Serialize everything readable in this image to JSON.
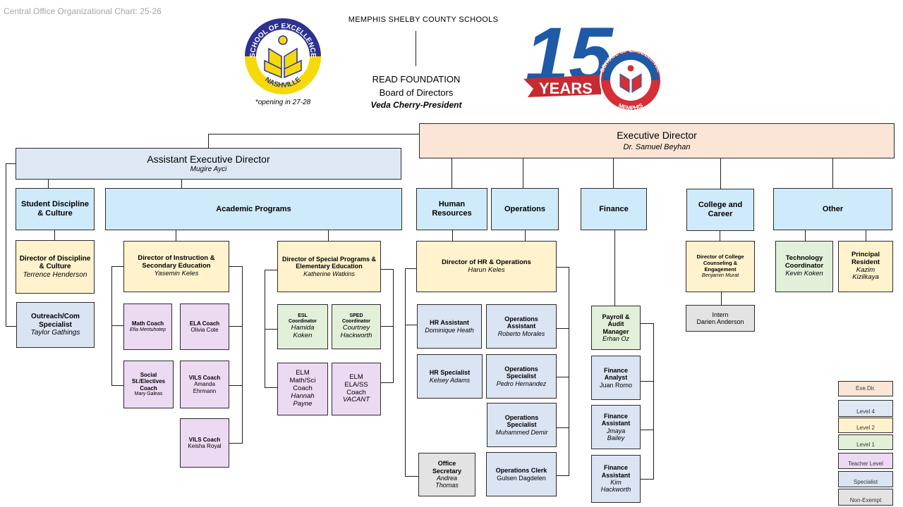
{
  "page_title": "Central Office Organizational Chart: 25-26",
  "header": {
    "district": "MEMPHIS SHELBY COUNTY SCHOOLS",
    "foundation": "READ FOUNDATION",
    "board": "Board of Directors",
    "president": "Veda Cherry-President"
  },
  "logos": {
    "nashville": {
      "top_text": "SCHOOL OF EXCELLENCE",
      "bottom_text": "NASHVILLE",
      "note": "*opening in 27-28",
      "colors": {
        "ring": "#2e3192",
        "fill": "#f5d90a"
      }
    },
    "memphis": {
      "number": "15",
      "years": "YEARS",
      "top_text": "SCHOOL OF EXCELLENCE",
      "bottom_text": "MEMPHIS",
      "colors": {
        "blue": "#1f5aa6",
        "red": "#d62f35"
      }
    }
  },
  "executive": {
    "title": "Executive Director",
    "name": "Dr. Samuel Beyhan"
  },
  "assistant": {
    "title": "Assistant Executive Director",
    "name": "Mugire Ayci"
  },
  "departments": {
    "discipline": "Student Discipline & Culture",
    "academic": "Academic Programs",
    "hr": "Human Resources",
    "operations": "Operations",
    "finance": "Finance",
    "college": "College and Career",
    "other": "Other"
  },
  "positions": {
    "dir_discipline": {
      "title": "Director of Discipline & Culture",
      "name": "Terrence Henderson"
    },
    "outreach": {
      "title": "Outreach/Com Specialist",
      "name": "Taylor Gathings"
    },
    "dir_instruction": {
      "title": "Director of Instruction & Secondary Education",
      "name": "Yasemin Keles"
    },
    "math_coach": {
      "title": "Math Coach",
      "name": "Efia Mentuhotep"
    },
    "ela_coach": {
      "title": "ELA Coach",
      "name": "Olivia Cote"
    },
    "social_coach": {
      "title": "Social St./Electives Coach",
      "name": "Mary Galeas"
    },
    "vils_coach_1": {
      "title": "VILS Coach",
      "name": "Amanda Ehrmann"
    },
    "vils_coach_2": {
      "title": "VILS Coach",
      "name": "Keisha Royal"
    },
    "dir_special": {
      "title": "Director of Special Programs & Elementary Education",
      "name": "Katherine Watkins"
    },
    "esl": {
      "title": "ESL Coordinator",
      "name": "Hamida Koken"
    },
    "sped": {
      "title": "SPED Coordinator",
      "name": "Courtney Hackworth"
    },
    "elm_math": {
      "title": "ELM Math/Sci Coach",
      "name": "Hannah Payne"
    },
    "elm_ela": {
      "title": "ELM ELA/SS Coach",
      "name": "VACANT"
    },
    "dir_hr_ops": {
      "title": "Director of HR & Operations",
      "name": "Harun Keles"
    },
    "hr_assistant": {
      "title": "HR Assistant",
      "name": "Dominique Heath"
    },
    "hr_specialist": {
      "title": "HR Specialist",
      "name": "Kelsey Adams"
    },
    "office_secretary": {
      "title": "Office Secretary",
      "name": "Andrea Thomas"
    },
    "ops_assistant": {
      "title": "Operations Assistant",
      "name": "Roberto Morales"
    },
    "ops_specialist_1": {
      "title": "Operations Specialist",
      "name": "Pedro Hernandez"
    },
    "ops_specialist_2": {
      "title": "Operations Specialist",
      "name": "Muhammed Demir"
    },
    "ops_clerk": {
      "title": "Operations Clerk",
      "name": "Gulsen Dagdelen"
    },
    "payroll": {
      "title": "Payroll & Audit Manager",
      "name": "Erhan Oz"
    },
    "fin_analyst": {
      "title": "Finance Analyst",
      "name": "Juan Romo"
    },
    "fin_assistant_1": {
      "title": "Finance Assistant",
      "name": "Jmaya Bailey"
    },
    "fin_assistant_2": {
      "title": "Finance Assistant",
      "name": "Kim Hackworth"
    },
    "dir_college": {
      "title": "Director of College Counseling & Engagement",
      "name": "Benjamin Murat"
    },
    "intern": {
      "title": "Intern",
      "name": "Darien Anderson"
    },
    "tech": {
      "title": "Technology Coordinator",
      "name": "Kevin Koken"
    },
    "principal_res": {
      "title": "Principal Resident",
      "name": "Kazim Kizilkaya"
    }
  },
  "legend": [
    {
      "label": "Exe.Dir.",
      "color": "#fbe5d6"
    },
    {
      "label": "Level 4",
      "color": "#dee8f4"
    },
    {
      "label": "Level 2",
      "color": "#fff2cc"
    },
    {
      "label": "Level 1",
      "color": "#e2f0d9"
    },
    {
      "label": "Teacher Level",
      "color": "#ecd9f2"
    },
    {
      "label": "Specialist",
      "color": "#dbe4f3"
    },
    {
      "label": "Non-Exempt",
      "color": "#e3e3e3"
    }
  ]
}
